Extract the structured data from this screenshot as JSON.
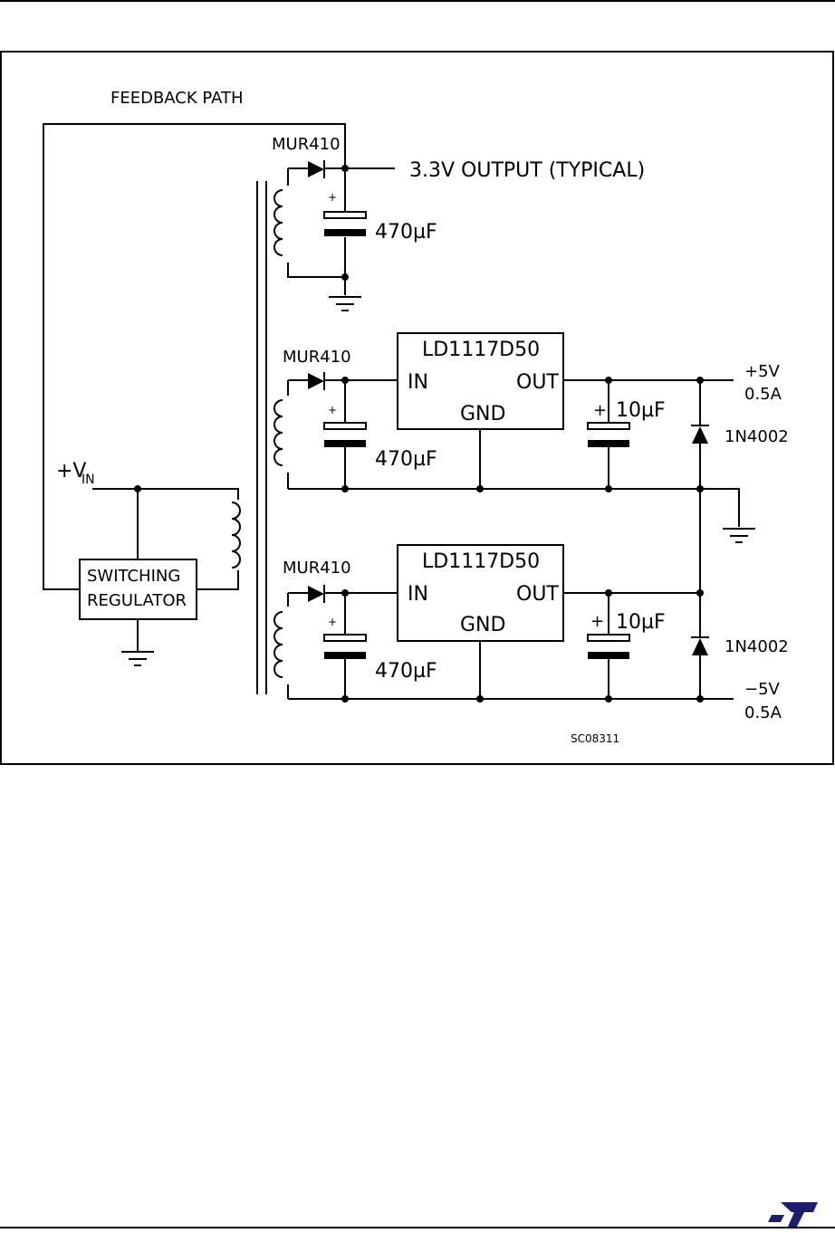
{
  "labels": {
    "feedback_path": "FEEDBACK PATH",
    "output_33": "3.3V OUTPUT (TYPICAL)",
    "vin_main": "+V",
    "vin_sub": "IN",
    "switching_line1": "SWITCHING",
    "switching_line2": "REGULATOR",
    "diode_top": "MUR410",
    "diode_mid": "MUR410",
    "diode_bot": "MUR410",
    "cap_top": "470µF",
    "cap_mid_in": "470µF",
    "cap_bot_in": "470µF",
    "cap_mid_out": "10µF",
    "cap_bot_out": "10µF",
    "reg_mid_name": "LD1117D50",
    "reg_bot_name": "LD1117D50",
    "reg_in": "IN",
    "reg_out": "OUT",
    "reg_gnd": "GND",
    "diode_1n_mid": "1N4002",
    "diode_1n_bot": "1N4002",
    "pos5v": "+5V",
    "pos5v_current": "0.5A",
    "neg5v": "−5V",
    "neg5v_current": "0.5A",
    "plus": "+",
    "figure_code": "SC08311"
  }
}
